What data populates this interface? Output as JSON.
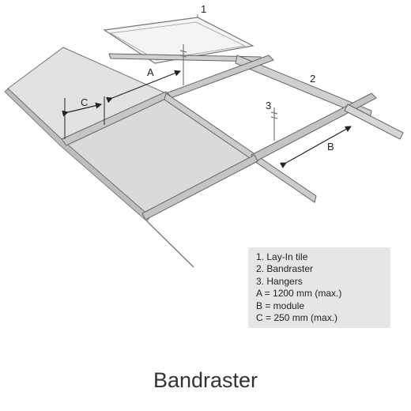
{
  "callouts": {
    "tile": "1",
    "bandraster": "2",
    "hanger": "3",
    "a": "A",
    "b": "B",
    "c": "C"
  },
  "legend": [
    "1. Lay-In tile",
    "2. Bandraster",
    "3. Hangers",
    "A = 1200 mm (max.)",
    "B = module",
    "C = 250 mm (max.)"
  ],
  "caption": "Bandraster",
  "colors": {
    "legend_bg": "#e6e6e6",
    "tile_fill": "#dcdcdc",
    "rail": "#777777"
  }
}
